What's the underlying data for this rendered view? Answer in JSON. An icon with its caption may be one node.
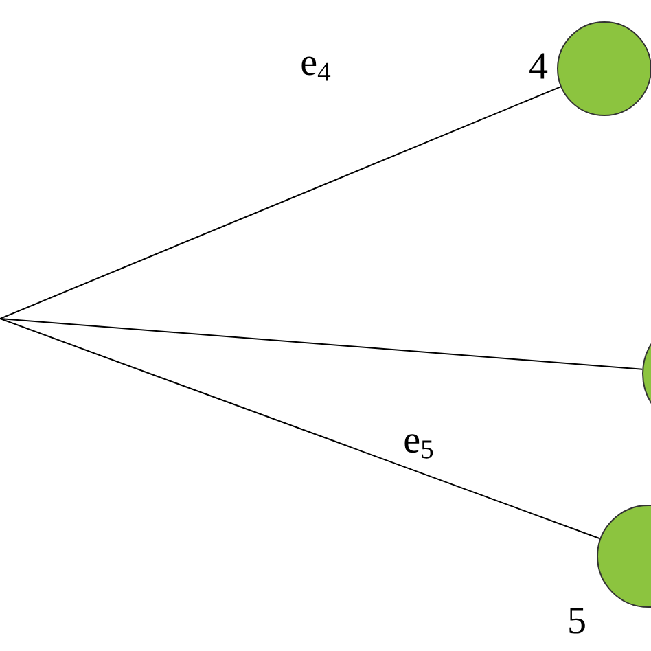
{
  "diagram": {
    "nodes": [
      {
        "text": [],
        "shape": "circle",
        "beside": [
          "4"
        ]
      },
      {
        "text": [],
        "shape": "circle"
      },
      {
        "text": [],
        "shape": "circle",
        "beside": [
          "5"
        ]
      }
    ],
    "edges": [
      {
        "from": null,
        "to": 0,
        "arrow": "none",
        "label": "e$_{4}$"
      },
      {
        "from": null,
        "to": 1,
        "arrow": "none"
      },
      {
        "from": null,
        "to": 2,
        "arrow": "none",
        "label": "e$_{5}$"
      }
    ]
  }
}
